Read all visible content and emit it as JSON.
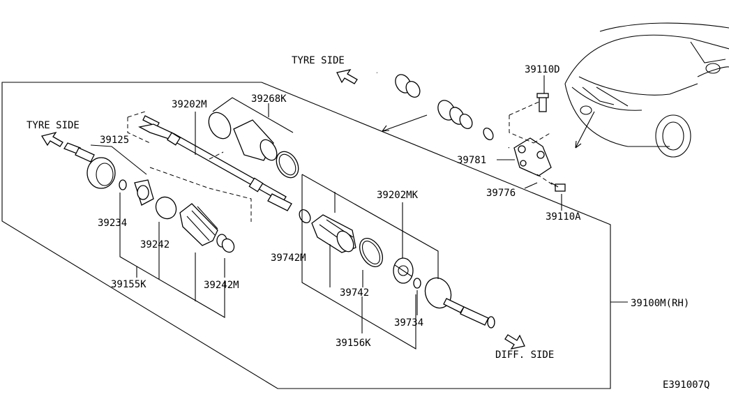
{
  "labels": {
    "tyre_side_top": "TYRE SIDE",
    "tyre_side_left": "TYRE SIDE",
    "diff_side": "DIFF. SIDE",
    "p39110D": "39110D",
    "p39202M": "39202M",
    "p39268K": "39268K",
    "p39125": "39125",
    "p39781": "39781",
    "p39776": "39776",
    "p39202MK": "39202MK",
    "p39110A": "39110A",
    "p39234": "39234",
    "p39242": "39242",
    "p39742M": "39742M",
    "p39155K": "39155K",
    "p39242M": "39242M",
    "p39742": "39742",
    "p39734": "39734",
    "p39156K": "39156K",
    "p39100MRH": "39100M(RH)",
    "ref": "E391007Q"
  }
}
